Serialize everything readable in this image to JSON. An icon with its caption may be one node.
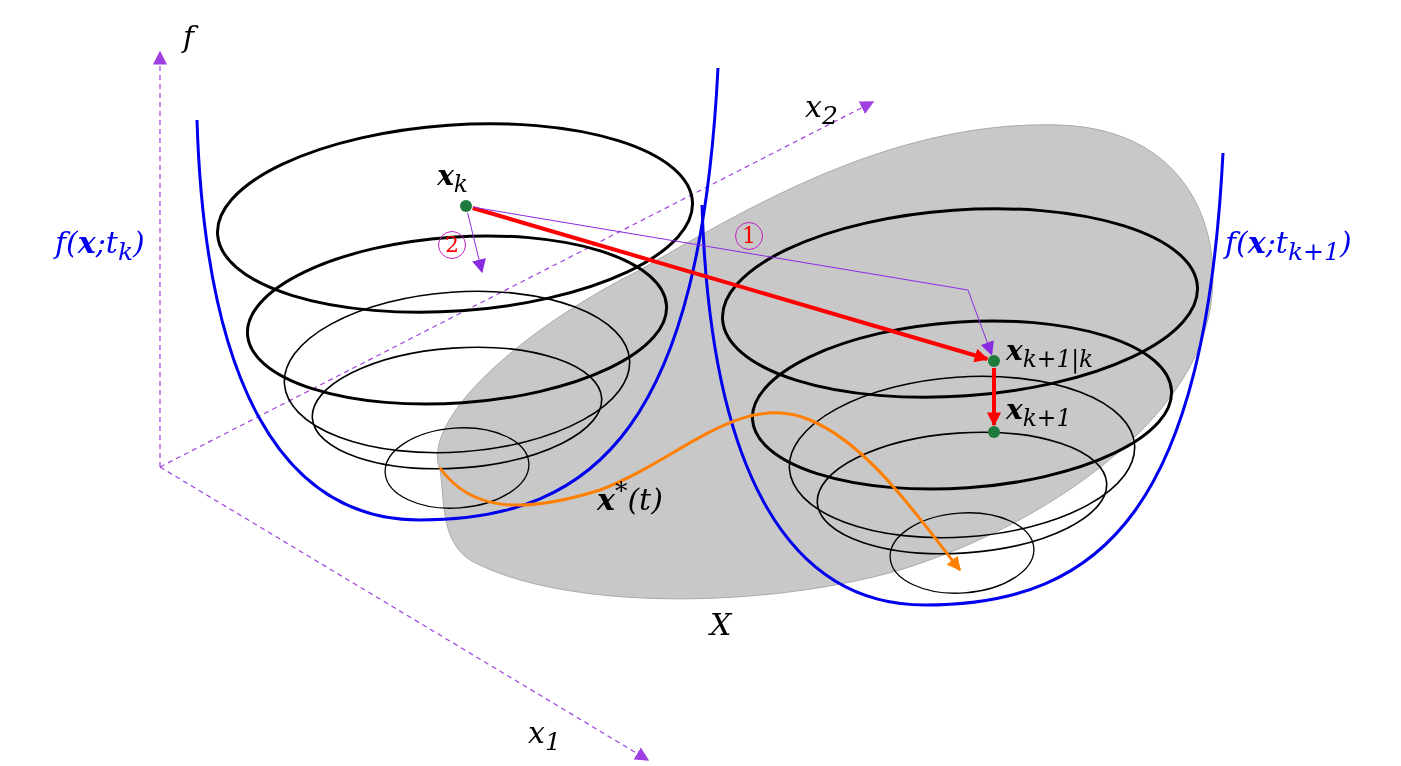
{
  "diagram": {
    "nodes": [
      {
        "text": [
          "**x**$_{k}$"
        ]
      },
      {
        "text": [
          "**x**$_{k+1|k}$"
        ]
      },
      {
        "text": [
          "**x**$_{k+1}$"
        ]
      }
    ],
    "edges": [
      {
        "from": 0,
        "to": 1,
        "arrow": "to",
        "style": "thick",
        "color": "#ff0000"
      },
      {
        "from": 1,
        "to": 2,
        "arrow": "to",
        "style": "thick",
        "color": "#ff0000"
      },
      {
        "from": 0,
        "to": 1,
        "arrow": "to",
        "label": "1",
        "color": "#8a2be2"
      },
      {
        "from": 0,
        "to": null,
        "arrow": "to",
        "label": "2",
        "color": "#8a2be2"
      }
    ],
    "labels": [
      "f",
      "x$_{2}$",
      "f(**x**;t$_{k}$)",
      "f(**x**;t$_{k+1}$)",
      "**x**$^{*}$(t)",
      "X",
      "x$_{1}$"
    ]
  }
}
